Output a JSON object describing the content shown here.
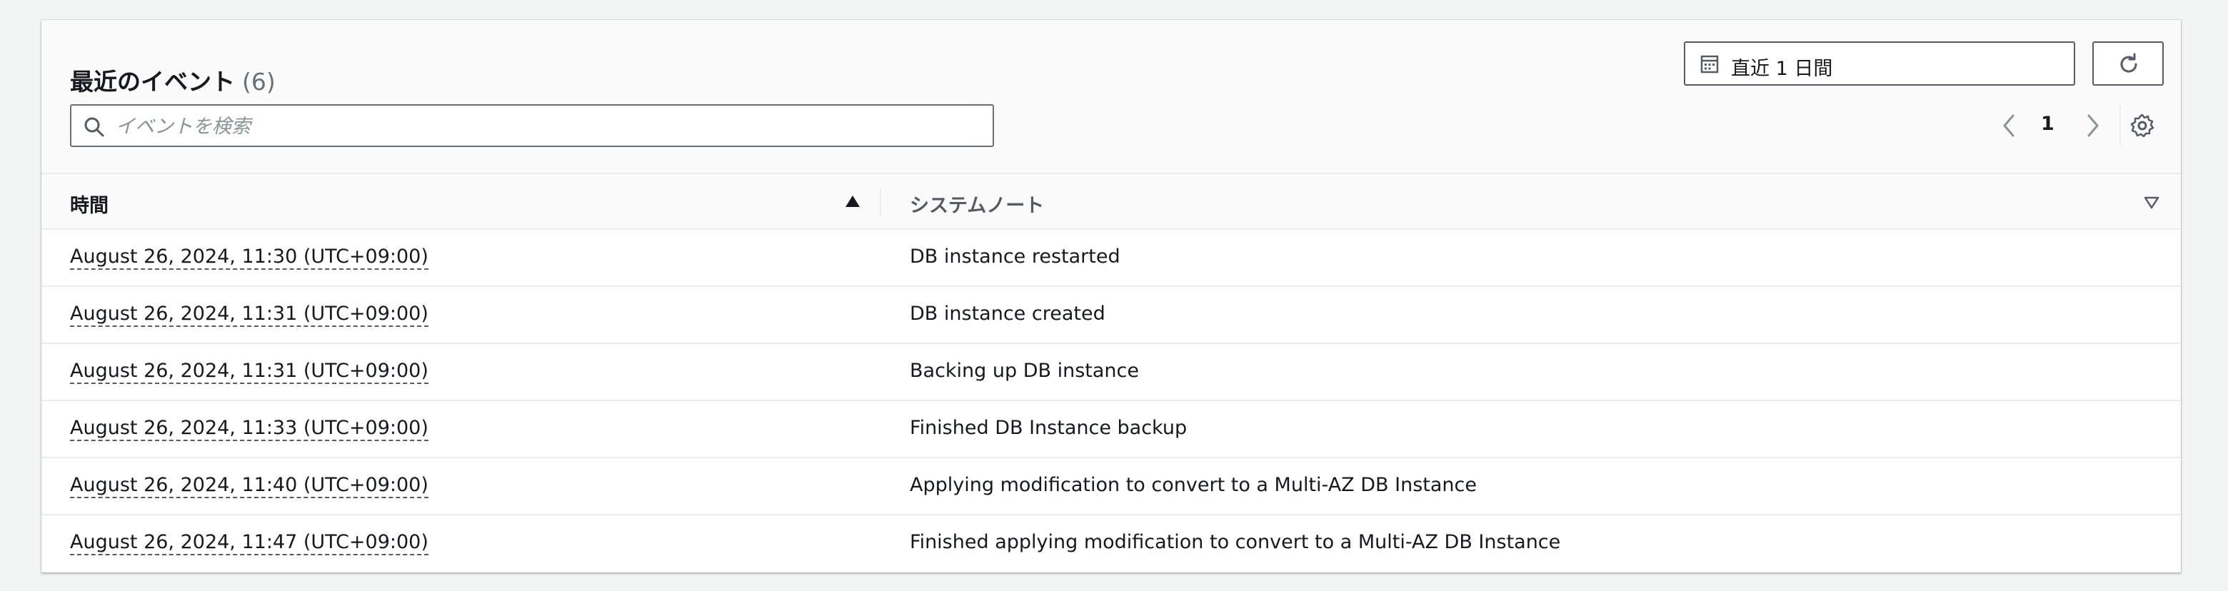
{
  "events": {
    "title": "最近のイベント",
    "count": "(6)",
    "search_placeholder": "イベントを検索",
    "range_label": "直近 1 日間",
    "page_number": "1",
    "columns": [
      {
        "label": "時間",
        "sort": "ascending"
      },
      {
        "label": "システムノート",
        "sort": "descending"
      }
    ],
    "rows": [
      {
        "time": "August 26, 2024, 11:30 (UTC+09:00)",
        "note": "DB instance restarted"
      },
      {
        "time": "August 26, 2024, 11:31 (UTC+09:00)",
        "note": "DB instance created"
      },
      {
        "time": "August 26, 2024, 11:31 (UTC+09:00)",
        "note": "Backing up DB instance"
      },
      {
        "time": "August 26, 2024, 11:33 (UTC+09:00)",
        "note": "Finished DB Instance backup"
      },
      {
        "time": "August 26, 2024, 11:40 (UTC+09:00)",
        "note": "Applying modification to convert to a Multi-AZ DB Instance"
      },
      {
        "time": "August 26, 2024, 11:47 (UTC+09:00)",
        "note": "Finished applying modification to convert to a Multi-AZ DB Instance"
      }
    ]
  },
  "icons": {
    "search": "search-icon",
    "calendar": "calendar-icon",
    "refresh": "refresh-icon",
    "prev": "chevron-left-icon",
    "next": "chevron-right-icon",
    "settings": "gear-icon",
    "sort_asc": "sort-ascending-icon",
    "sort_desc": "sort-descending-icon"
  },
  "colors": {
    "panel_bg": "#ffffff",
    "page_bg": "#f2f3f3",
    "header_bg": "#fafafa",
    "text": "#16191f",
    "muted": "#687078",
    "border": "#eaeded"
  }
}
